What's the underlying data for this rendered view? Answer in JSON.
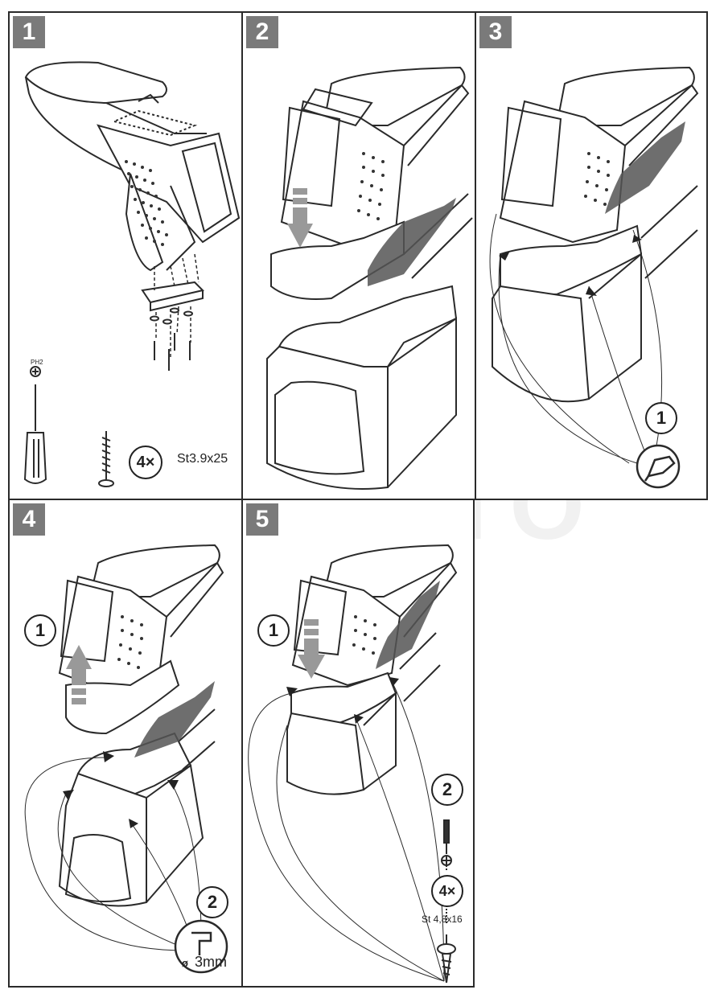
{
  "steps": [
    {
      "number": "1"
    },
    {
      "number": "2"
    },
    {
      "number": "3",
      "callout": "1"
    },
    {
      "number": "4",
      "callout_a": "1",
      "callout_b": "2",
      "drill_size": "3mm",
      "diameter_symbol": "ø"
    },
    {
      "number": "5",
      "callout_a": "1",
      "callout_b": "2",
      "quantity": "4×",
      "screw_spec": "St 4,8x16"
    }
  ],
  "tools": {
    "screwdriver_type": "PH2",
    "quantity": "4×",
    "screw_spec": "St3.9x25"
  },
  "watermark": "AG AUTO",
  "colors": {
    "line": "#2a2a2a",
    "step_badge": "#7a7a7a",
    "dots": "#333333",
    "fabric": "#555555"
  }
}
